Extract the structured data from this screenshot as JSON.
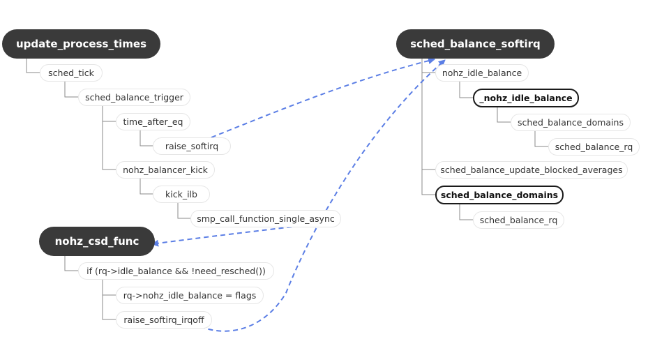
{
  "diagram": {
    "roots": {
      "update_process_times": "update_process_times",
      "sched_balance_softirq": "sched_balance_softirq",
      "nohz_csd_func": "nohz_csd_func"
    },
    "left_tree": {
      "sched_tick": "sched_tick",
      "sched_balance_trigger": "sched_balance_trigger",
      "time_after_eq": "time_after_eq",
      "raise_softirq": "raise_softirq",
      "nohz_balancer_kick": "nohz_balancer_kick",
      "kick_ilb": "kick_ilb",
      "smp_call_function_single_async": "smp_call_function_single_async"
    },
    "csd_tree": {
      "if_cond": "if (rq->idle_balance && !need_resched())",
      "assign_flags": "rq->nohz_idle_balance = flags",
      "raise_softirq_irqoff": "raise_softirq_irqoff"
    },
    "right_tree": {
      "nohz_idle_balance": "nohz_idle_balance",
      "_nohz_idle_balance": "_nohz_idle_balance",
      "sched_balance_domains_a": "sched_balance_domains",
      "sched_balance_rq_a": "sched_balance_rq",
      "sched_balance_update_blocked_averages": "sched_balance_update_blocked_averages",
      "sched_balance_domains_b": "sched_balance_domains",
      "sched_balance_rq_b": "sched_balance_rq"
    },
    "colors": {
      "root_fill": "#3a3a3a",
      "connector": "#8a8a8a",
      "arrow": "#5b7ee5"
    }
  }
}
